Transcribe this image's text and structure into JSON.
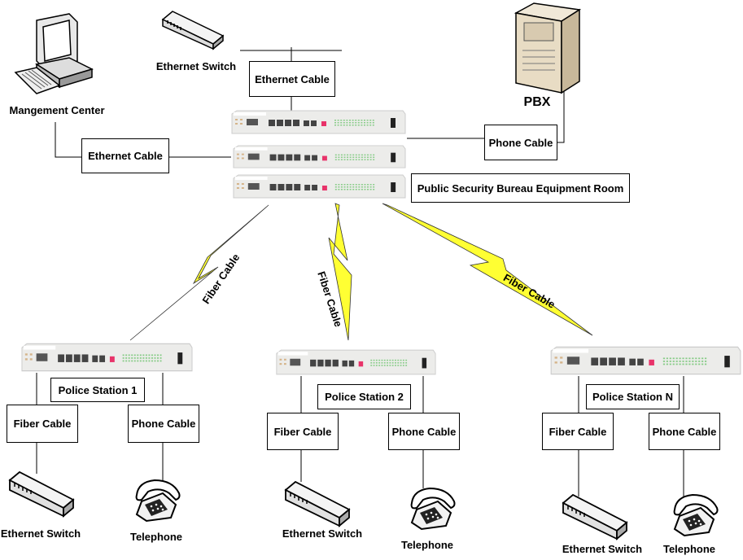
{
  "top": {
    "ethernet_switch_label": "Ethernet Switch",
    "ethernet_cable_top": "Ethernet Cable",
    "management_center_label": "Mangement Center",
    "ethernet_cable_left": "Ethernet Cable",
    "pbx_label": "PBX",
    "phone_cable_label": "Phone Cable",
    "equipment_room_label": "Public Security Bureau Equipment Room"
  },
  "links": [
    "Fiber Cable",
    "Fiber Cable",
    "Fiber Cable"
  ],
  "stations": [
    {
      "name": "Police Station 1",
      "fiber": "Fiber Cable",
      "phone": "Phone Cable",
      "switch": "Ethernet Switch",
      "telephone": "Telephone"
    },
    {
      "name": "Police Station 2",
      "fiber": "Fiber Cable",
      "phone": "Phone Cable",
      "switch": "Ethernet Switch",
      "telephone": "Telephone"
    },
    {
      "name": "Police Station N",
      "fiber": "Fiber Cable",
      "phone": "Phone Cable",
      "switch": "Ethernet Switch",
      "telephone": "Telephone"
    }
  ],
  "colors": {
    "fiber_bolt": "#ffff33",
    "device_body": "#ececea",
    "port_red": "#e8336a"
  }
}
